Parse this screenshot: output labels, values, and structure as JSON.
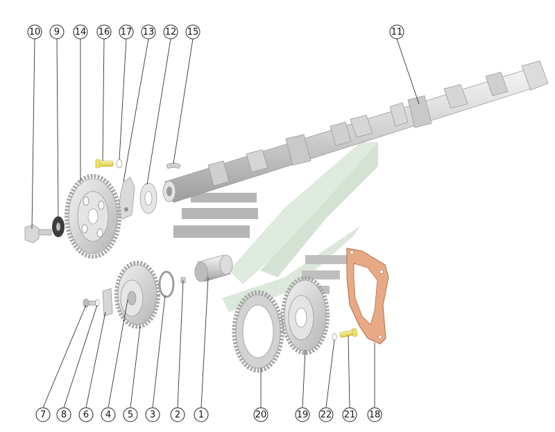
{
  "diagram": {
    "callouts": [
      {
        "id": "c10",
        "label": "10"
      },
      {
        "id": "c9",
        "label": "9"
      },
      {
        "id": "c14",
        "label": "14"
      },
      {
        "id": "c16",
        "label": "16"
      },
      {
        "id": "c17",
        "label": "17"
      },
      {
        "id": "c13",
        "label": "13"
      },
      {
        "id": "c12",
        "label": "12"
      },
      {
        "id": "c15",
        "label": "15"
      },
      {
        "id": "c11",
        "label": "11"
      },
      {
        "id": "c7",
        "label": "7"
      },
      {
        "id": "c8",
        "label": "8"
      },
      {
        "id": "c6",
        "label": "6"
      },
      {
        "id": "c4",
        "label": "4"
      },
      {
        "id": "c5",
        "label": "5"
      },
      {
        "id": "c3",
        "label": "3"
      },
      {
        "id": "c2",
        "label": "2"
      },
      {
        "id": "c1",
        "label": "1"
      },
      {
        "id": "c20",
        "label": "20"
      },
      {
        "id": "c19",
        "label": "19"
      },
      {
        "id": "c22",
        "label": "22"
      },
      {
        "id": "c21",
        "label": "21"
      },
      {
        "id": "c18",
        "label": "18"
      }
    ],
    "colors": {
      "part_grey": "#d4d4d4",
      "part_dark": "#8e8e8e",
      "bolt_yellow": "#f3e66a",
      "gasket_orange": "#e8a985",
      "watermark_grey": "#9a9a9a",
      "watermark_green": "#cfe0cf"
    }
  }
}
